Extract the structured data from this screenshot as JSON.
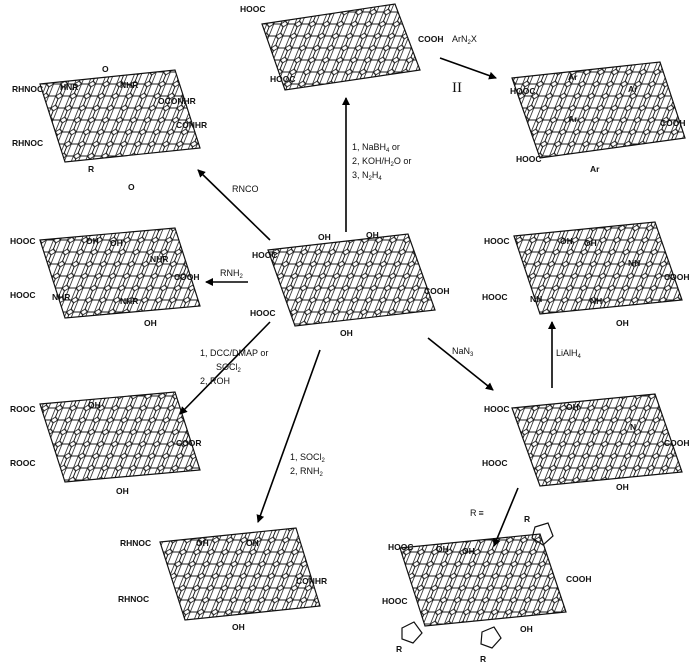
{
  "labels": {
    "cooh": "COOH",
    "cooh_upper": "HOOC",
    "oh": "OH",
    "o": "O",
    "nhr": "NHR",
    "hnr": "HNR",
    "nh": "NH",
    "nh2": "NH",
    "ar": "Ar",
    "cooR": "ROOC",
    "coor": "COOR",
    "conhr": "CONHR",
    "rhnoc": "RHNOC",
    "oconhr": "OCONHR",
    "n3": "N",
    "r": "R",
    "n": "N"
  },
  "conditions": {
    "reduction_1": "1, NaBH",
    "reduction_1_sub": "4",
    "reduction_1_suffix": " or",
    "reduction_2": "2, KOH/H",
    "reduction_2_sub": "2",
    "reduction_2_suffix": "O or",
    "reduction_3": "3, N",
    "reduction_3_sub": "2",
    "reduction_3_sub2": "4",
    "reduction_3_h": "H",
    "diazonium": "ArN",
    "diazonium_sub": "2",
    "diazonium_x": "X",
    "roman_two": "II",
    "rnco": "RNCO",
    "rnh2": "RNH",
    "rnh2_sub": "2",
    "ester_1": "1, DCC/DMAP or",
    "ester_2": "SOCl",
    "ester_2_sub": "2",
    "ester_3": "2, ROH",
    "amide_1": "1, SOCl",
    "amide_1_sub": "2",
    "amide_2": "2, RNH",
    "amide_2_sub": "2",
    "nan3": "NaN",
    "nan3_sub": "3",
    "lialh4": "LiAlH",
    "lialh4_sub": "4",
    "alkyne": "R",
    "alkyne_bond": "≡"
  }
}
